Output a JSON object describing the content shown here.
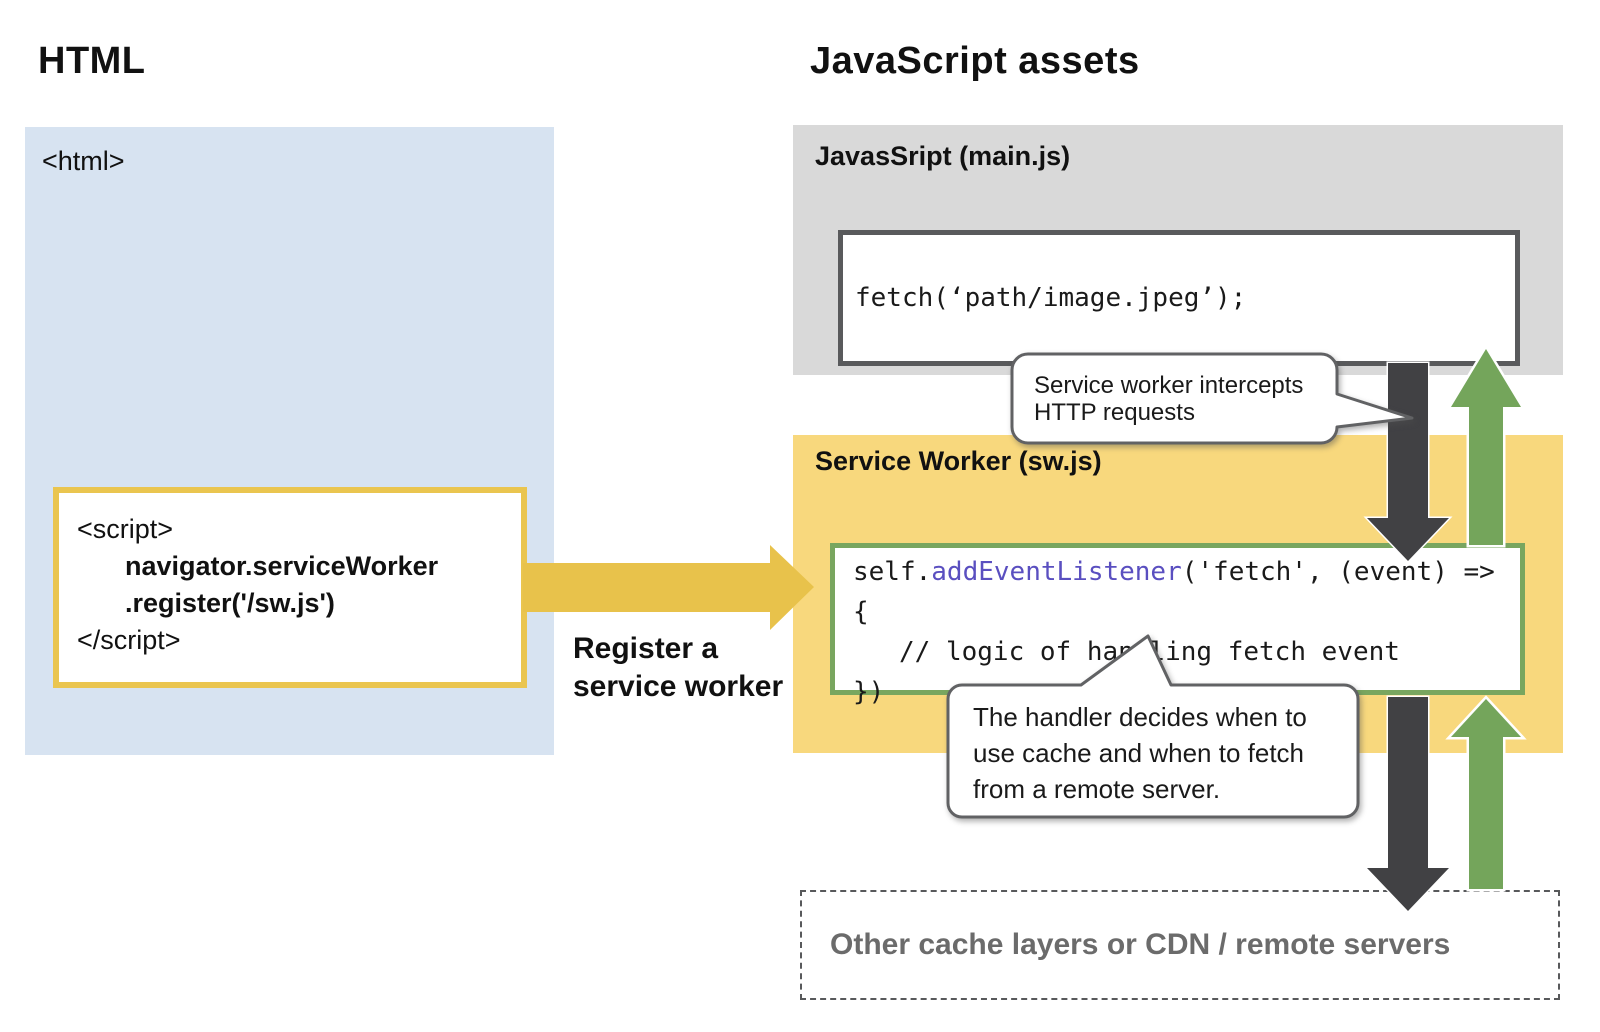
{
  "left": {
    "title": "HTML",
    "html_tag": "<html>",
    "script": {
      "line1": "<script>",
      "line2": "navigator.serviceWorker",
      "line3": ".register('/sw.js')",
      "line4": "</script>"
    },
    "register_label": {
      "line1": "Register a",
      "line2": "service worker"
    }
  },
  "right": {
    "title": "JavaScript assets",
    "mainjs": {
      "header": "JavasSript (main.js)",
      "code": "fetch(‘path/image.jpeg’);"
    },
    "sw": {
      "header": "Service Worker (sw.js)",
      "code1_pre": "self.",
      "code1_keyword": "addEventListener",
      "code1_post": "('fetch', (event) => {",
      "code2": "// logic of handling fetch event",
      "code3": "})"
    },
    "bubble1": {
      "line1": "Service worker intercepts",
      "line2": "HTTP requests"
    },
    "bubble2": {
      "line1": "The handler decides when to",
      "line2": "use cache and when to fetch",
      "line3": "from a remote server."
    },
    "remote_label": "Other cache layers or CDN / remote servers"
  },
  "colors": {
    "panel_blue": "#d7e3f1",
    "panel_gray": "#d9d9d9",
    "panel_yellow": "#f8d87d",
    "accent_gold": "#e8c24b",
    "arrow_dark": "#414144",
    "arrow_green": "#74a55b",
    "keyword_purple": "#5a4fc0"
  }
}
